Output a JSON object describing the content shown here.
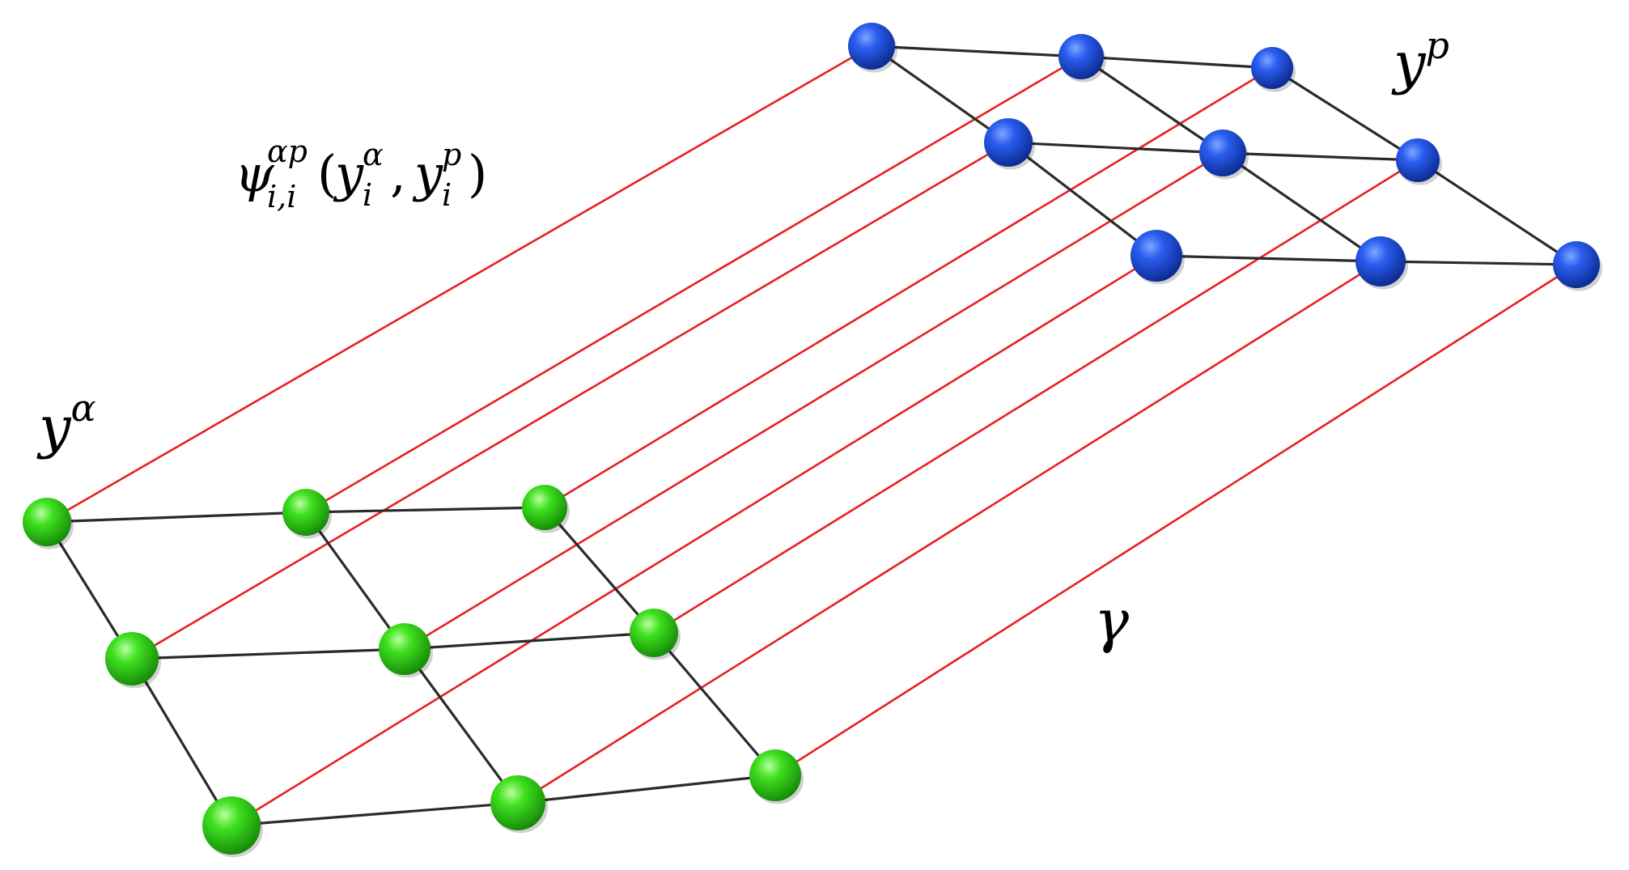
{
  "labels": {
    "top_grid_base": "y",
    "top_grid_sup": "p",
    "bottom_grid_base": "y",
    "bottom_grid_sup": "α",
    "potential_base": "ψ",
    "potential_sup": "αp",
    "potential_sub": "i,i",
    "potential_open": "(",
    "potential_arg1_base": "y",
    "potential_arg1_sub": "i",
    "potential_arg1_sup": "α",
    "potential_comma": ",",
    "potential_arg2_base": "y",
    "potential_arg2_sub": "i",
    "potential_arg2_sup": "p",
    "potential_close": ")",
    "gamma": "γ"
  },
  "colors": {
    "top_node": "#1f4fd8",
    "bottom_node": "#33d11f",
    "grid_edge": "#2a2a2a",
    "link_line": "#e8201e"
  },
  "grid": {
    "rows": 3,
    "cols": 3
  }
}
